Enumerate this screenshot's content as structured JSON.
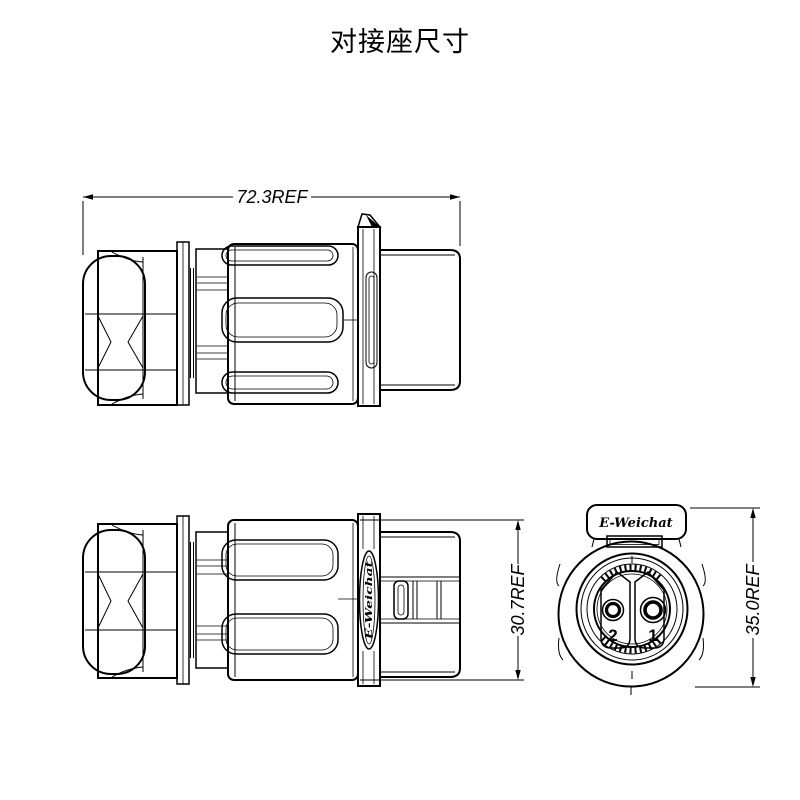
{
  "title": "对接座尺寸",
  "drawing": {
    "side_view": {
      "dimension_width": "72.3REF"
    },
    "rotated_side_view": {
      "dimension_height": "30.7REF",
      "brand_vertical": "E-Weichat"
    },
    "front_view": {
      "brand": "E-Weichat",
      "dimension_height": "35.0REF",
      "pins": [
        {
          "label": "2"
        },
        {
          "label": "1"
        }
      ]
    }
  },
  "colors": {
    "line": "#000000",
    "background": "#ffffff"
  }
}
